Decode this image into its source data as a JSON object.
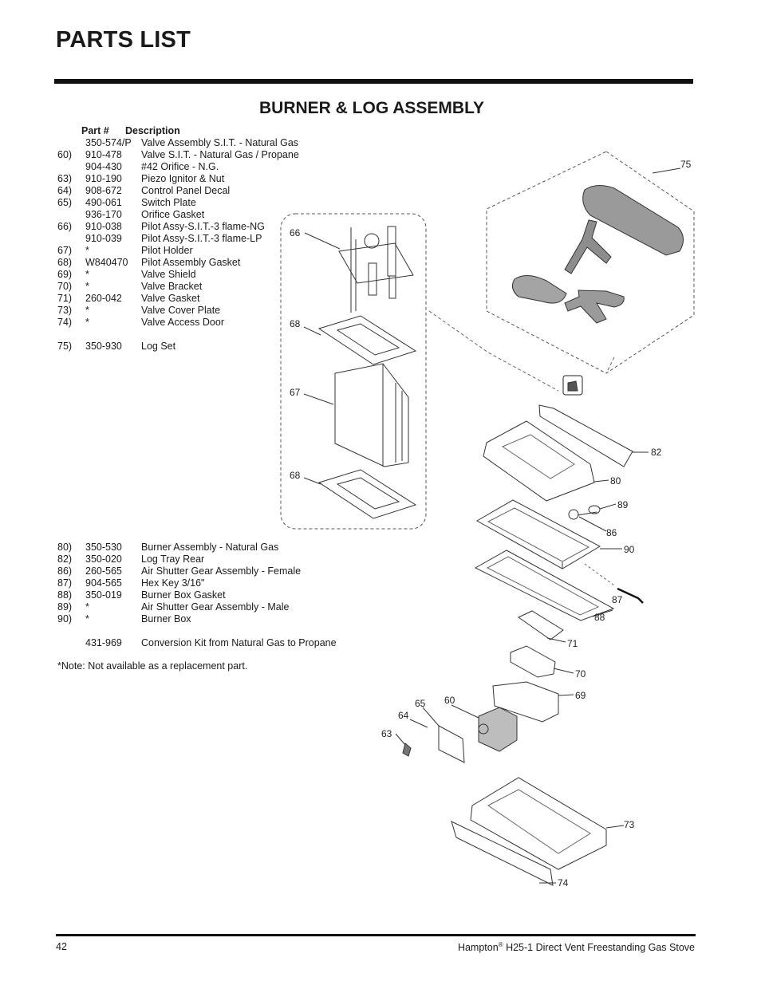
{
  "header": {
    "title": "PARTS LIST"
  },
  "section": {
    "title": "BURNER & LOG ASSEMBLY"
  },
  "table": {
    "headers": {
      "part": "Part #",
      "description": "Description"
    },
    "group1": [
      {
        "key": "",
        "part": "350-574/P",
        "desc": "Valve Assembly S.I.T. - Natural Gas"
      },
      {
        "key": "60)",
        "part": "910-478",
        "desc": "Valve S.I.T. - Natural Gas / Propane"
      },
      {
        "key": "",
        "part": "904-430",
        "desc": "#42 Orifice - N.G."
      },
      {
        "key": "63)",
        "part": "910-190",
        "desc": "Piezo Ignitor & Nut"
      },
      {
        "key": "64)",
        "part": "908-672",
        "desc": "Control Panel Decal"
      },
      {
        "key": "65)",
        "part": "490-061",
        "desc": "Switch Plate"
      },
      {
        "key": "",
        "part": "936-170",
        "desc": "Orifice Gasket"
      },
      {
        "key": "66)",
        "part": "910-038",
        "desc": "Pilot Assy-S.I.T.-3 flame-NG"
      },
      {
        "key": "",
        "part": "910-039",
        "desc": "Pilot Assy-S.I.T.-3 flame-LP"
      },
      {
        "key": "67)",
        "part": "*",
        "desc": "Pilot Holder"
      },
      {
        "key": "68)",
        "part": "W840470",
        "desc": "Pilot Assembly Gasket"
      },
      {
        "key": "69)",
        "part": "*",
        "desc": "Valve Shield"
      },
      {
        "key": "70)",
        "part": "*",
        "desc": "Valve Bracket"
      },
      {
        "key": "71)",
        "part": "260-042",
        "desc": "Valve Gasket"
      },
      {
        "key": "73)",
        "part": "*",
        "desc": "Valve Cover Plate"
      },
      {
        "key": "74)",
        "part": "*",
        "desc": "Valve Access Door"
      }
    ],
    "group2": [
      {
        "key": "75)",
        "part": "350-930",
        "desc": "Log Set"
      }
    ],
    "group3": [
      {
        "key": "80)",
        "part": "350-530",
        "desc": "Burner Assembly - Natural Gas"
      },
      {
        "key": "82)",
        "part": "350-020",
        "desc": "Log Tray Rear"
      },
      {
        "key": "86)",
        "part": "260-565",
        "desc": "Air Shutter Gear Assembly - Female"
      },
      {
        "key": "87)",
        "part": "904-565",
        "desc": "Hex Key 3/16\""
      },
      {
        "key": "88)",
        "part": "350-019",
        "desc": "Burner Box Gasket"
      },
      {
        "key": "89)",
        "part": "*",
        "desc": "Air Shutter Gear Assembly - Male"
      },
      {
        "key": "90)",
        "part": "*",
        "desc": "Burner Box"
      }
    ],
    "group4": [
      {
        "key": "",
        "part": "431-969",
        "desc": "Conversion Kit from Natural Gas to Propane"
      }
    ]
  },
  "note": "*Note: Not available as a replacement part.",
  "diagram": {
    "labels": {
      "c75": "75",
      "c66": "66",
      "c68a": "68",
      "c67": "67",
      "c68b": "68",
      "c82": "82",
      "c80": "80",
      "c89": "89",
      "c86": "86",
      "c90": "90",
      "c87": "87",
      "c88": "88",
      "c71": "71",
      "c70": "70",
      "c69": "69",
      "c65": "65",
      "c60": "60",
      "c64": "64",
      "c63": "63",
      "c73": "73",
      "c74": "74"
    }
  },
  "footer": {
    "page_number": "42",
    "brand": "Hampton",
    "reg": "®",
    "title": " H25-1 Direct Vent Freestanding Gas Stove"
  }
}
